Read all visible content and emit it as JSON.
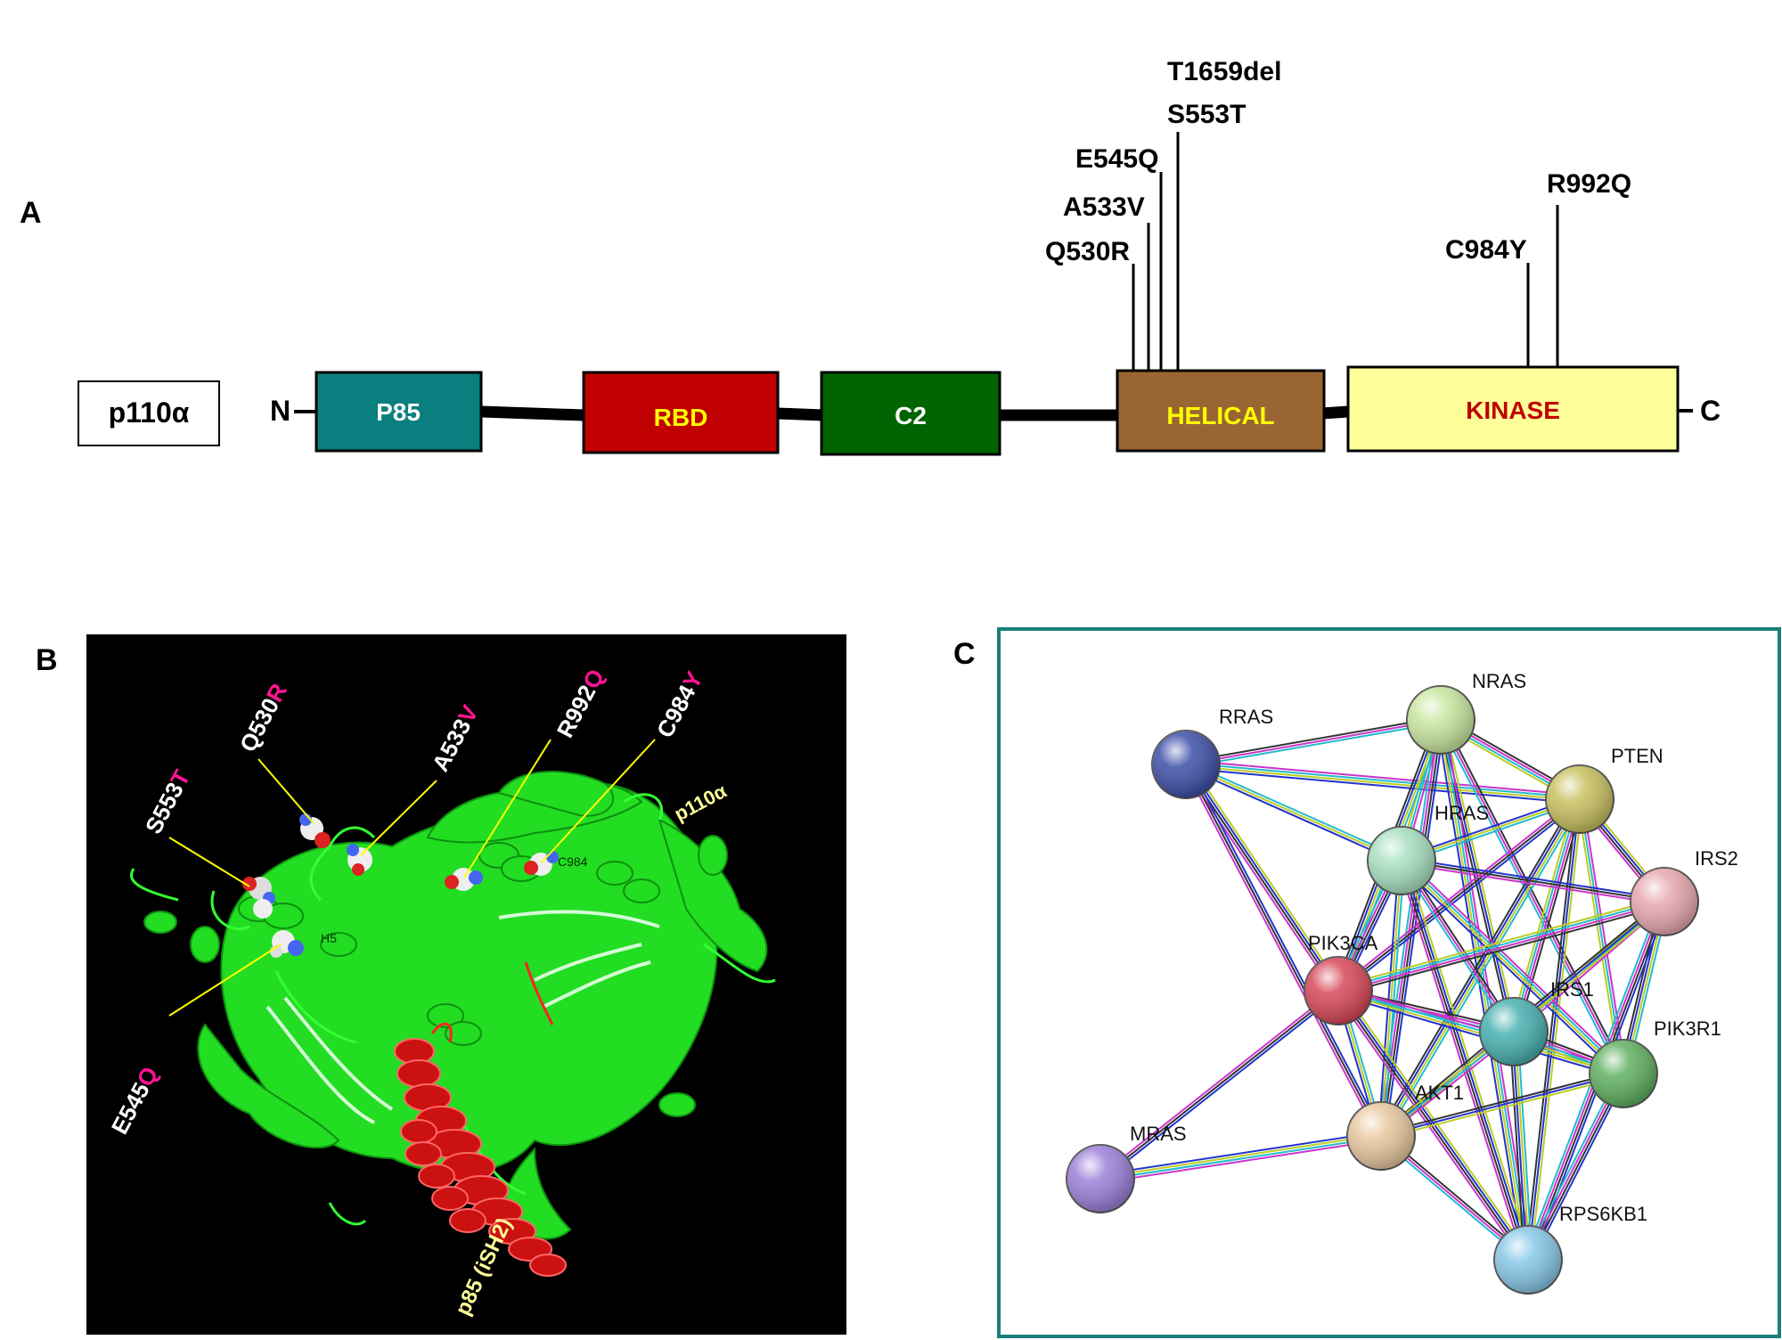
{
  "panels": {
    "a": "A",
    "b": "B",
    "c": "C"
  },
  "panel_a": {
    "protein_label": "p110α",
    "n_term": "N",
    "c_term": "C",
    "domains": [
      {
        "id": "p85",
        "label": "P85",
        "fill": "#0a7f7f",
        "text_color": "#ffffff"
      },
      {
        "id": "rbd",
        "label": "RBD",
        "fill": "#c00000",
        "text_color": "#ffff00"
      },
      {
        "id": "c2",
        "label": "C2",
        "fill": "#006400",
        "text_color": "#ffffff"
      },
      {
        "id": "helical",
        "label": "HELICAL",
        "fill": "#996633",
        "text_color": "#ffff00"
      },
      {
        "id": "kinase",
        "label": "KINASE",
        "fill": "#ffff99",
        "text_color": "#c00000"
      }
    ],
    "mutations": [
      "Q530R",
      "A533V",
      "E545Q",
      "S553T",
      "T1659del",
      "C984Y",
      "R992Q"
    ]
  },
  "panel_b": {
    "mutations": [
      {
        "id": "s553t",
        "wt": "S553",
        "mut": "T"
      },
      {
        "id": "q530r",
        "wt": "Q530",
        "mut": "R"
      },
      {
        "id": "a533v",
        "wt": "A533",
        "mut": "V"
      },
      {
        "id": "r992q",
        "wt": "R992",
        "mut": "Q"
      },
      {
        "id": "c984y",
        "wt": "C984",
        "mut": "Y"
      },
      {
        "id": "e545q",
        "wt": "E545",
        "mut": "Q"
      }
    ],
    "p110_label": "p110α",
    "p85_label": "p85 (iSH2)",
    "small_label_1": "H5",
    "small_label_2": "C984",
    "colors": {
      "background": "#000000",
      "p110": "#22dd22",
      "p85": "#cc1111",
      "leader": "#ffff00",
      "mut_letter": "#ff1493",
      "label_yellow": "#ffff99"
    }
  },
  "panel_c": {
    "border_color": "#1a7f7a",
    "nodes": [
      {
        "id": "RRAS",
        "label": "RRAS",
        "color": "#3d4fa8"
      },
      {
        "id": "NRAS",
        "label": "NRAS",
        "color": "#c8e6a0"
      },
      {
        "id": "PTEN",
        "label": "PTEN",
        "color": "#c8c060"
      },
      {
        "id": "HRAS",
        "label": "HRAS",
        "color": "#a8e0c0"
      },
      {
        "id": "IRS2",
        "label": "IRS2",
        "color": "#e8a8b0"
      },
      {
        "id": "PIK3CA",
        "label": "PIK3CA",
        "color": "#d84858"
      },
      {
        "id": "IRS1",
        "label": "IRS1",
        "color": "#48b0b0"
      },
      {
        "id": "PIK3R1",
        "label": "PIK3R1",
        "color": "#60b060"
      },
      {
        "id": "AKT1",
        "label": "AKT1",
        "color": "#e8c8a0"
      },
      {
        "id": "MRAS",
        "label": "MRAS",
        "color": "#9c80d8"
      },
      {
        "id": "RPS6KB1",
        "label": "RPS6KB1",
        "color": "#88c8e8"
      }
    ],
    "edges": [
      [
        "RRAS",
        "NRAS"
      ],
      [
        "RRAS",
        "PTEN"
      ],
      [
        "RRAS",
        "HRAS"
      ],
      [
        "RRAS",
        "PIK3CA"
      ],
      [
        "RRAS",
        "AKT1"
      ],
      [
        "NRAS",
        "PTEN"
      ],
      [
        "NRAS",
        "HRAS"
      ],
      [
        "NRAS",
        "PIK3CA"
      ],
      [
        "NRAS",
        "IRS1"
      ],
      [
        "NRAS",
        "AKT1"
      ],
      [
        "NRAS",
        "PIK3R1"
      ],
      [
        "NRAS",
        "RPS6KB1"
      ],
      [
        "PTEN",
        "HRAS"
      ],
      [
        "PTEN",
        "IRS2"
      ],
      [
        "PTEN",
        "PIK3CA"
      ],
      [
        "PTEN",
        "IRS1"
      ],
      [
        "PTEN",
        "PIK3R1"
      ],
      [
        "PTEN",
        "AKT1"
      ],
      [
        "PTEN",
        "RPS6KB1"
      ],
      [
        "HRAS",
        "PIK3CA"
      ],
      [
        "HRAS",
        "IRS1"
      ],
      [
        "HRAS",
        "PIK3R1"
      ],
      [
        "HRAS",
        "AKT1"
      ],
      [
        "HRAS",
        "RPS6KB1"
      ],
      [
        "HRAS",
        "IRS2"
      ],
      [
        "IRS2",
        "PIK3CA"
      ],
      [
        "IRS2",
        "IRS1"
      ],
      [
        "IRS2",
        "PIK3R1"
      ],
      [
        "IRS2",
        "AKT1"
      ],
      [
        "IRS2",
        "RPS6KB1"
      ],
      [
        "PIK3CA",
        "IRS1"
      ],
      [
        "PIK3CA",
        "PIK3R1"
      ],
      [
        "PIK3CA",
        "AKT1"
      ],
      [
        "PIK3CA",
        "RPS6KB1"
      ],
      [
        "PIK3CA",
        "MRAS"
      ],
      [
        "IRS1",
        "PIK3R1"
      ],
      [
        "IRS1",
        "AKT1"
      ],
      [
        "IRS1",
        "RPS6KB1"
      ],
      [
        "PIK3R1",
        "AKT1"
      ],
      [
        "PIK3R1",
        "RPS6KB1"
      ],
      [
        "AKT1",
        "RPS6KB1"
      ],
      [
        "AKT1",
        "MRAS"
      ]
    ],
    "edge_colors": [
      "#333333",
      "#cc33cc",
      "#22bbcc",
      "#bbcc22",
      "#2233cc"
    ]
  }
}
